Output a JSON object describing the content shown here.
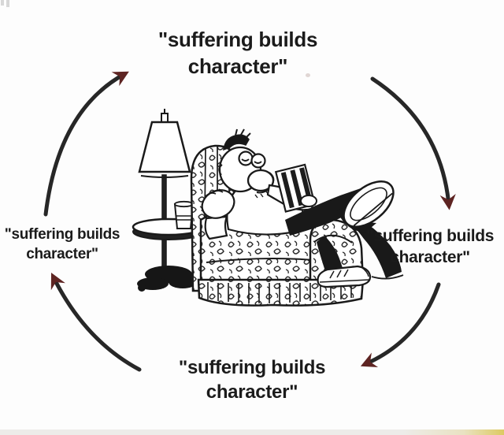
{
  "canvas": {
    "background": "#fdfdfd",
    "bottom_strip_color": "#edece9",
    "bottom_strip_accent": "#ddca62"
  },
  "cycle": {
    "direction": "clockwise",
    "arrow_color": "#272727",
    "arrowhead_color": "#5e2422",
    "labels": {
      "top": {
        "line1": "\"suffering builds",
        "line2": "character\""
      },
      "right": {
        "line1": "\"suffering builds",
        "line2": "character\""
      },
      "bottom": {
        "line1": "\"suffering builds",
        "line2": "character\""
      },
      "left": {
        "line1": "\"suffering builds",
        "line2": "character\""
      }
    }
  },
  "illustration": {
    "name": "man-lounging-in-armchair",
    "alt": "Cartoon man with glasses lounging in a floral armchair, feet up, beside a floor lamp and round side table holding a glass of water",
    "ink_color": "#1a1a1a",
    "fill_color": "#ffffff",
    "dark_fill_color": "#191919"
  }
}
